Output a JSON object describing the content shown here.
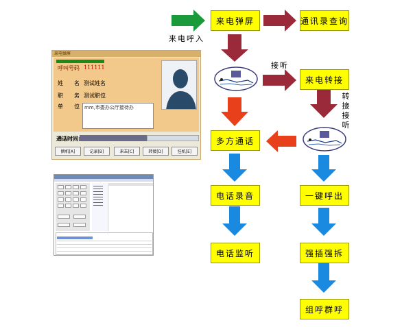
{
  "flow": {
    "incoming_label": "来电呼入",
    "answer_label": "接听",
    "transfer_label": [
      "转",
      "接",
      "接",
      "听"
    ],
    "boxes": {
      "screen_pop": "来电弹屏",
      "address_lookup": "通讯录查询",
      "call_transfer": "来电转接",
      "multi_party": "多方通话",
      "recording": "电话录音",
      "one_key_call": "一键呼出",
      "monitoring": "电话监听",
      "barge_in": "强插强拆",
      "group_call": "组呼群呼"
    },
    "colors": {
      "box_fill": "#ffff00",
      "green_arrow": "#1a9a3a",
      "maroon_arrow": "#9a2a3a",
      "red_arrow": "#e8401a",
      "blue_arrow": "#1a8ae0"
    }
  },
  "caller_window": {
    "title": "来电弹屏",
    "number_label": "呼叫号码",
    "number_value": "111111",
    "name_label": "姓　　名",
    "name_value": "测试姓名",
    "job_label": "职　　务",
    "job_value": "测试职位",
    "org_label": "单　　位",
    "org_value": "mm,市委办公厅接待办",
    "time_label": "通话时间:",
    "buttons": [
      "摘机[A]",
      "记录[B]",
      "来去[C]",
      "转接[D]",
      "挂机[E]"
    ],
    "photo_icon": "person-silhouette-icon"
  },
  "console_thumb": {
    "description_icon": "console-screenshot-icon"
  }
}
